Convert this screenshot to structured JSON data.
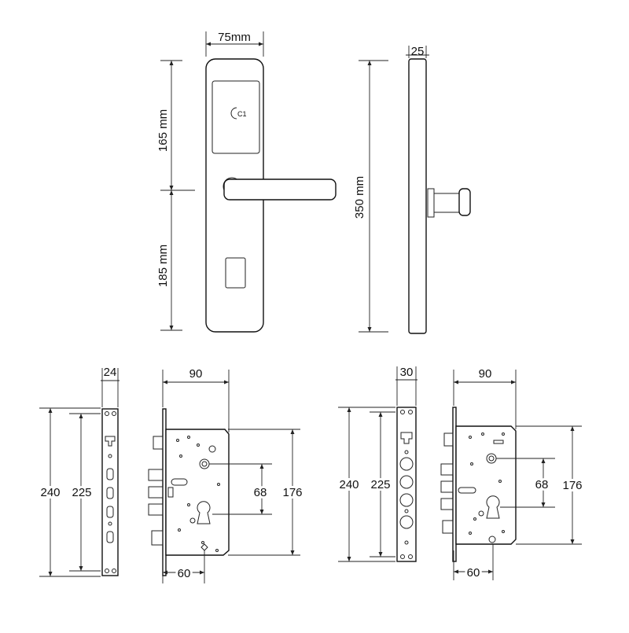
{
  "drawing": {
    "handle_front": {
      "width_label": "75mm",
      "upper_label": "165 mm",
      "lower_label": "185 mm"
    },
    "handle_side": {
      "thickness_label": "25",
      "height_label": "350 mm"
    },
    "lock_a": {
      "faceplate_width_label": "24",
      "body_width_label": "90",
      "height_outer_label": "240",
      "height_inner_label": "225",
      "handle_to_cylinder_label": "68",
      "case_height_label": "176",
      "backset_label": "60"
    },
    "lock_b": {
      "faceplate_width_label": "30",
      "body_width_label": "90",
      "height_outer_label": "240",
      "height_inner_label": "225",
      "handle_to_cylinder_label": "68",
      "case_height_label": "176",
      "backset_label": "60"
    }
  }
}
